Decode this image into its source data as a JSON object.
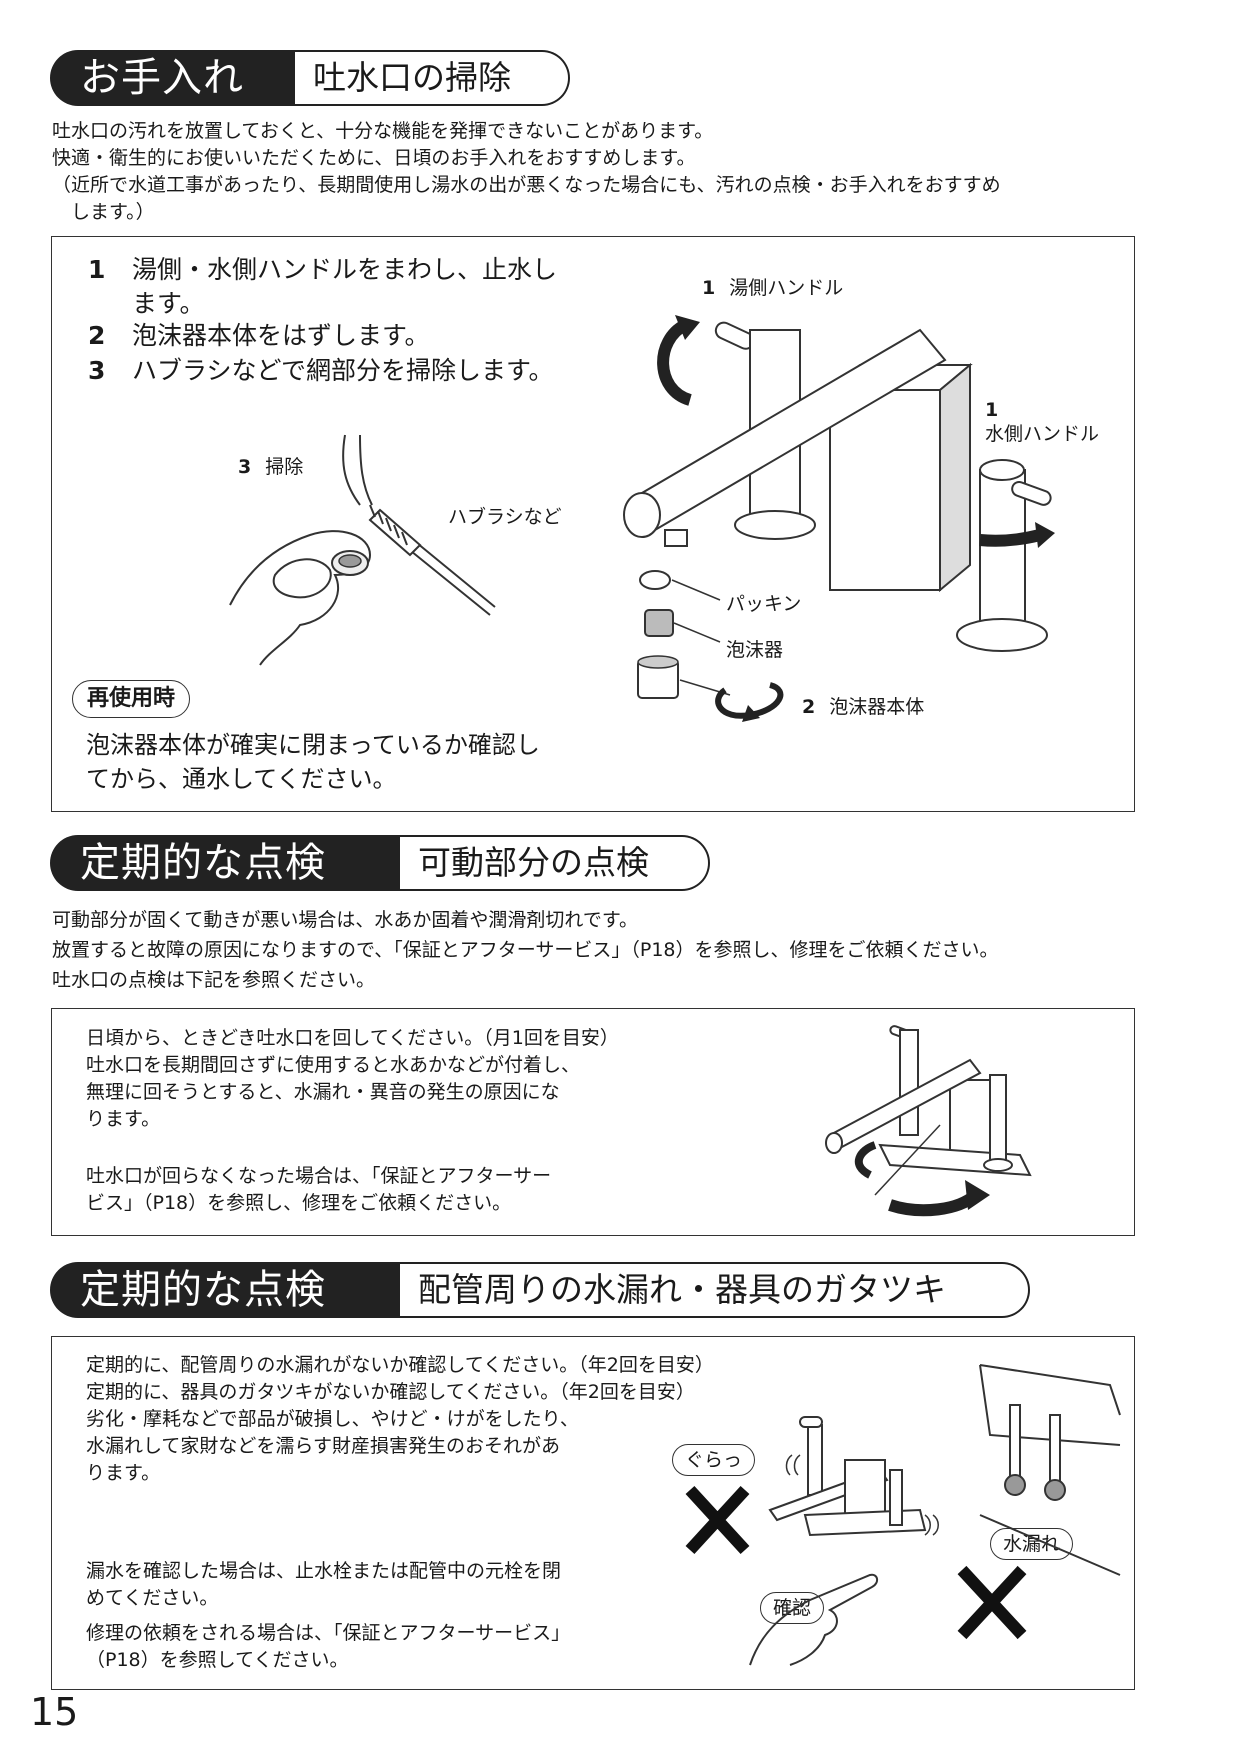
{
  "section1": {
    "title": "お手入れ",
    "subtitle": "吐水口の掃除",
    "intro": [
      "吐水口の汚れを放置しておくと、十分な機能を発揮できないことがあります。",
      "快適・衛生的にお使いいただくために、日頃のお手入れをおすすめします。",
      "（近所で水道工事があったり、長期間使用し湯水の出が悪くなった場合にも、汚れの点検・お手入れをおすすめ",
      "　します。）"
    ],
    "steps": [
      {
        "num": "1",
        "line1": "湯側・水側ハンドルをまわし、止水し",
        "line2": "ます。"
      },
      {
        "num": "2",
        "line1": "泡沫器本体をはずします。"
      },
      {
        "num": "3",
        "line1": "ハブラシなどで網部分を掃除します。"
      }
    ],
    "labels": {
      "hot_handle_num": "1",
      "hot_handle": "湯側ハンドル",
      "cold_handle_num": "1",
      "cold_handle": "水側ハンドル",
      "clean_num": "3",
      "clean": "掃除",
      "brush": "ハブラシなど",
      "packing": "パッキン",
      "aerator": "泡沫器",
      "aerator_body_num": "2",
      "aerator_body": "泡沫器本体"
    },
    "reuse": {
      "badge": "再使用時",
      "line1": "泡沫器本体が確実に閉まっているか確認し",
      "line2": "てから、通水してください。"
    }
  },
  "section2": {
    "title": "定期的な点検",
    "subtitle": "可動部分の点検",
    "intro": [
      "可動部分が固くて動きが悪い場合は、水あか固着や潤滑剤切れです。",
      "放置すると故障の原因になりますので、「保証とアフターサービス」（P18）を参照し、修理をご依頼ください。",
      "吐水口の点検は下記を参照ください。"
    ],
    "body1": [
      "日頃から、ときどき吐水口を回してください。（月1回を目安）",
      "吐水口を長期間回さずに使用すると水あかなどが付着し、",
      "無理に回そうとすると、水漏れ・異音の発生の原因にな",
      "ります。"
    ],
    "body2": [
      "吐水口が回らなくなった場合は、「保証とアフターサー",
      "ビス」（P18）を参照し、修理をご依頼ください。"
    ]
  },
  "section3": {
    "title": "定期的な点検",
    "subtitle": "配管周りの水漏れ・器具のガタツキ",
    "body1": [
      "定期的に、配管周りの水漏れがないか確認してください。（年2回を目安）",
      "定期的に、器具のガタツキがないか確認してください。（年2回を目安）",
      "劣化・摩耗などで部品が破損し、やけど・けがをしたり、",
      "水漏れして家財などを濡らす財産損害発生のおそれがあ",
      "ります。"
    ],
    "body2": [
      "漏水を確認した場合は、止水栓または配管中の元栓を閉",
      "めてください。"
    ],
    "body3": [
      "修理の依頼をされる場合は、「保証とアフターサービス」",
      "（P18）を参照してください。"
    ],
    "badges": {
      "wobble": "ぐらっ",
      "leak": "水漏れ",
      "check": "確認"
    }
  },
  "page_number": "15"
}
